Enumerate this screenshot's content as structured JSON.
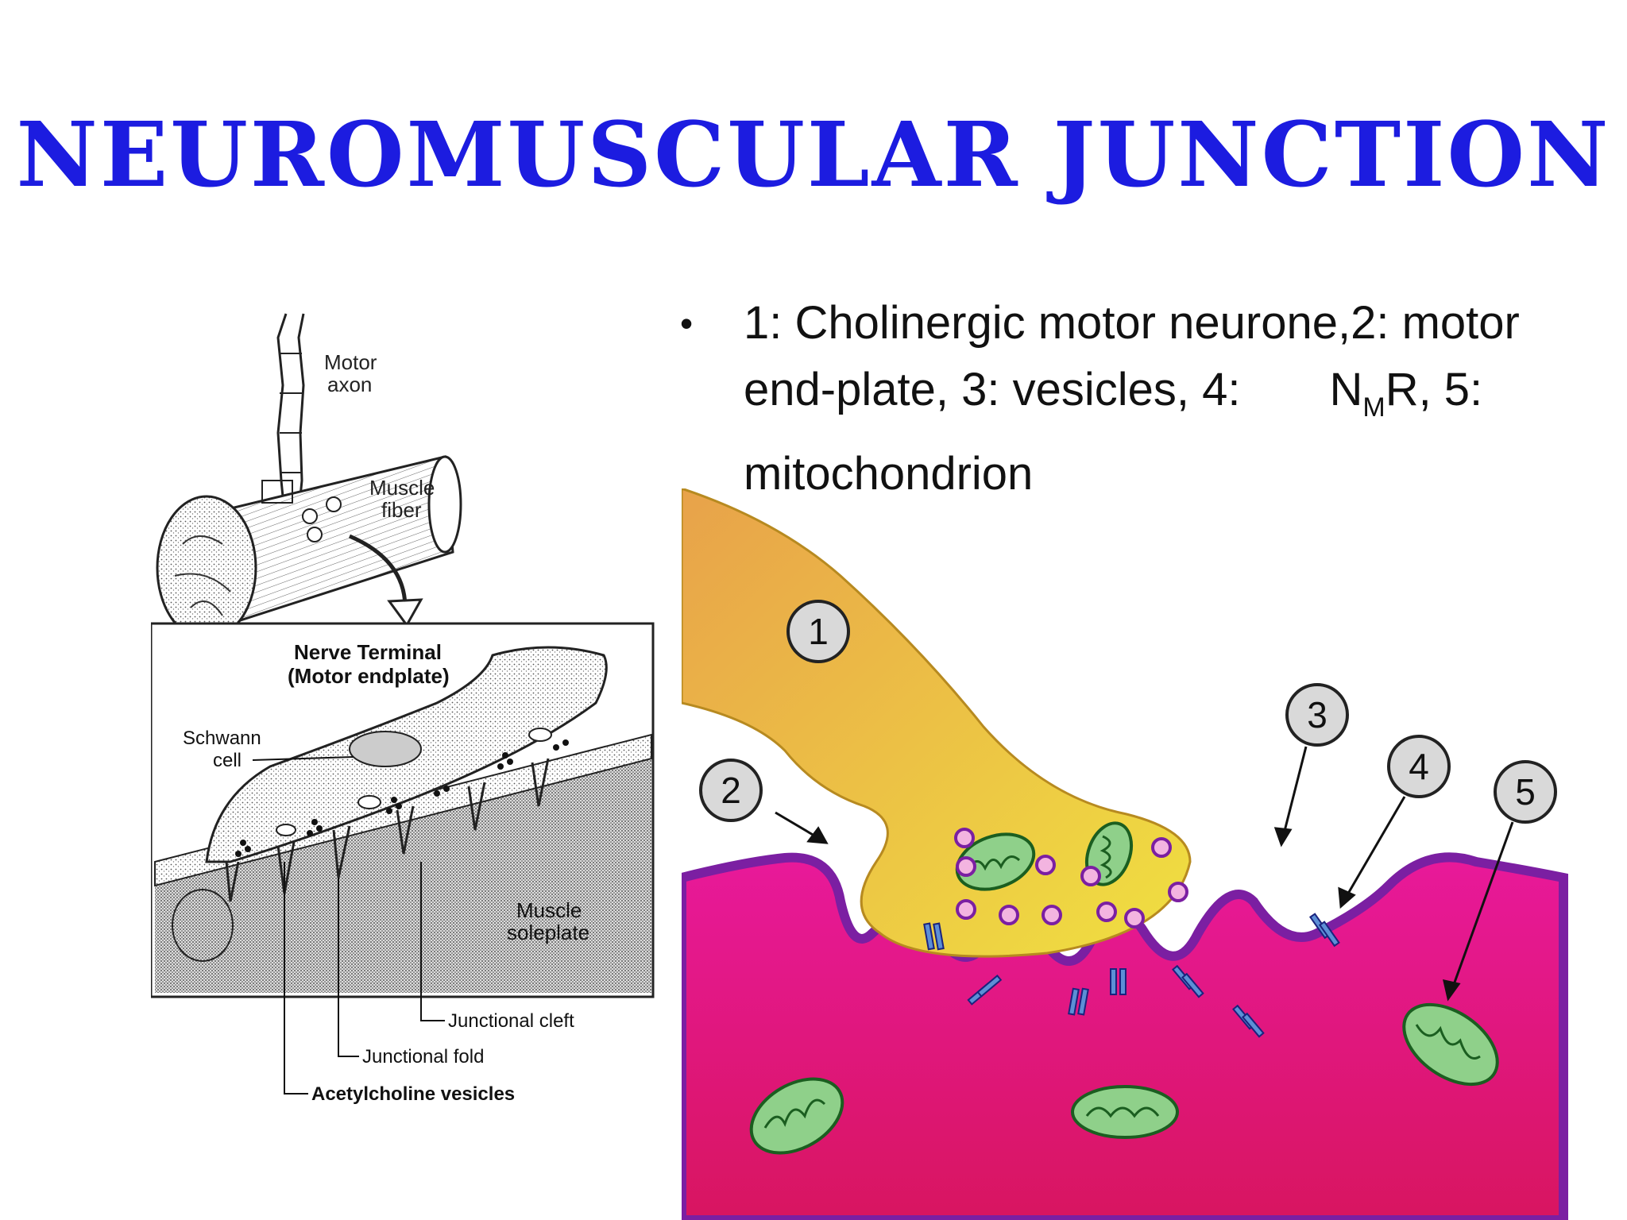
{
  "slide": {
    "title": "Neuromuscular junction",
    "bullet": {
      "line1": "1: Cholinergic motor neurone,2: motor",
      "line2a": "end-plate, 3: vesicles, 4:",
      "line2_nmr_n": "N",
      "line2_nmr_sub": "M",
      "line2_nmr_r": "R, 5:",
      "line3": "mitochondrion"
    }
  },
  "left_figure": {
    "labels": {
      "motor_axon_1": "Motor",
      "motor_axon_2": "axon",
      "muscle_fiber_1": "Muscle",
      "muscle_fiber_2": "fiber",
      "nerve_terminal_1": "Nerve Terminal",
      "nerve_terminal_2": "(Motor endplate)",
      "schwann_1": "Schwann",
      "schwann_2": "cell",
      "soleplate_1": "Muscle",
      "soleplate_2": "soleplate",
      "junctional_cleft": "Junctional cleft",
      "junctional_fold": "Junctional fold",
      "ach_vesicles": "Acetylcholine vesicles"
    }
  },
  "right_figure": {
    "callouts": [
      "1",
      "2",
      "3",
      "4",
      "5"
    ],
    "colors": {
      "neuron_top": "#e8a24a",
      "neuron_bottom": "#f0e040",
      "muscle": "#e0157a",
      "membrane": "#7b1fa2",
      "mitochondrion": "#8fd08a",
      "vesicle": "#f3b4e0",
      "receptor": "#5c8fd6"
    }
  }
}
